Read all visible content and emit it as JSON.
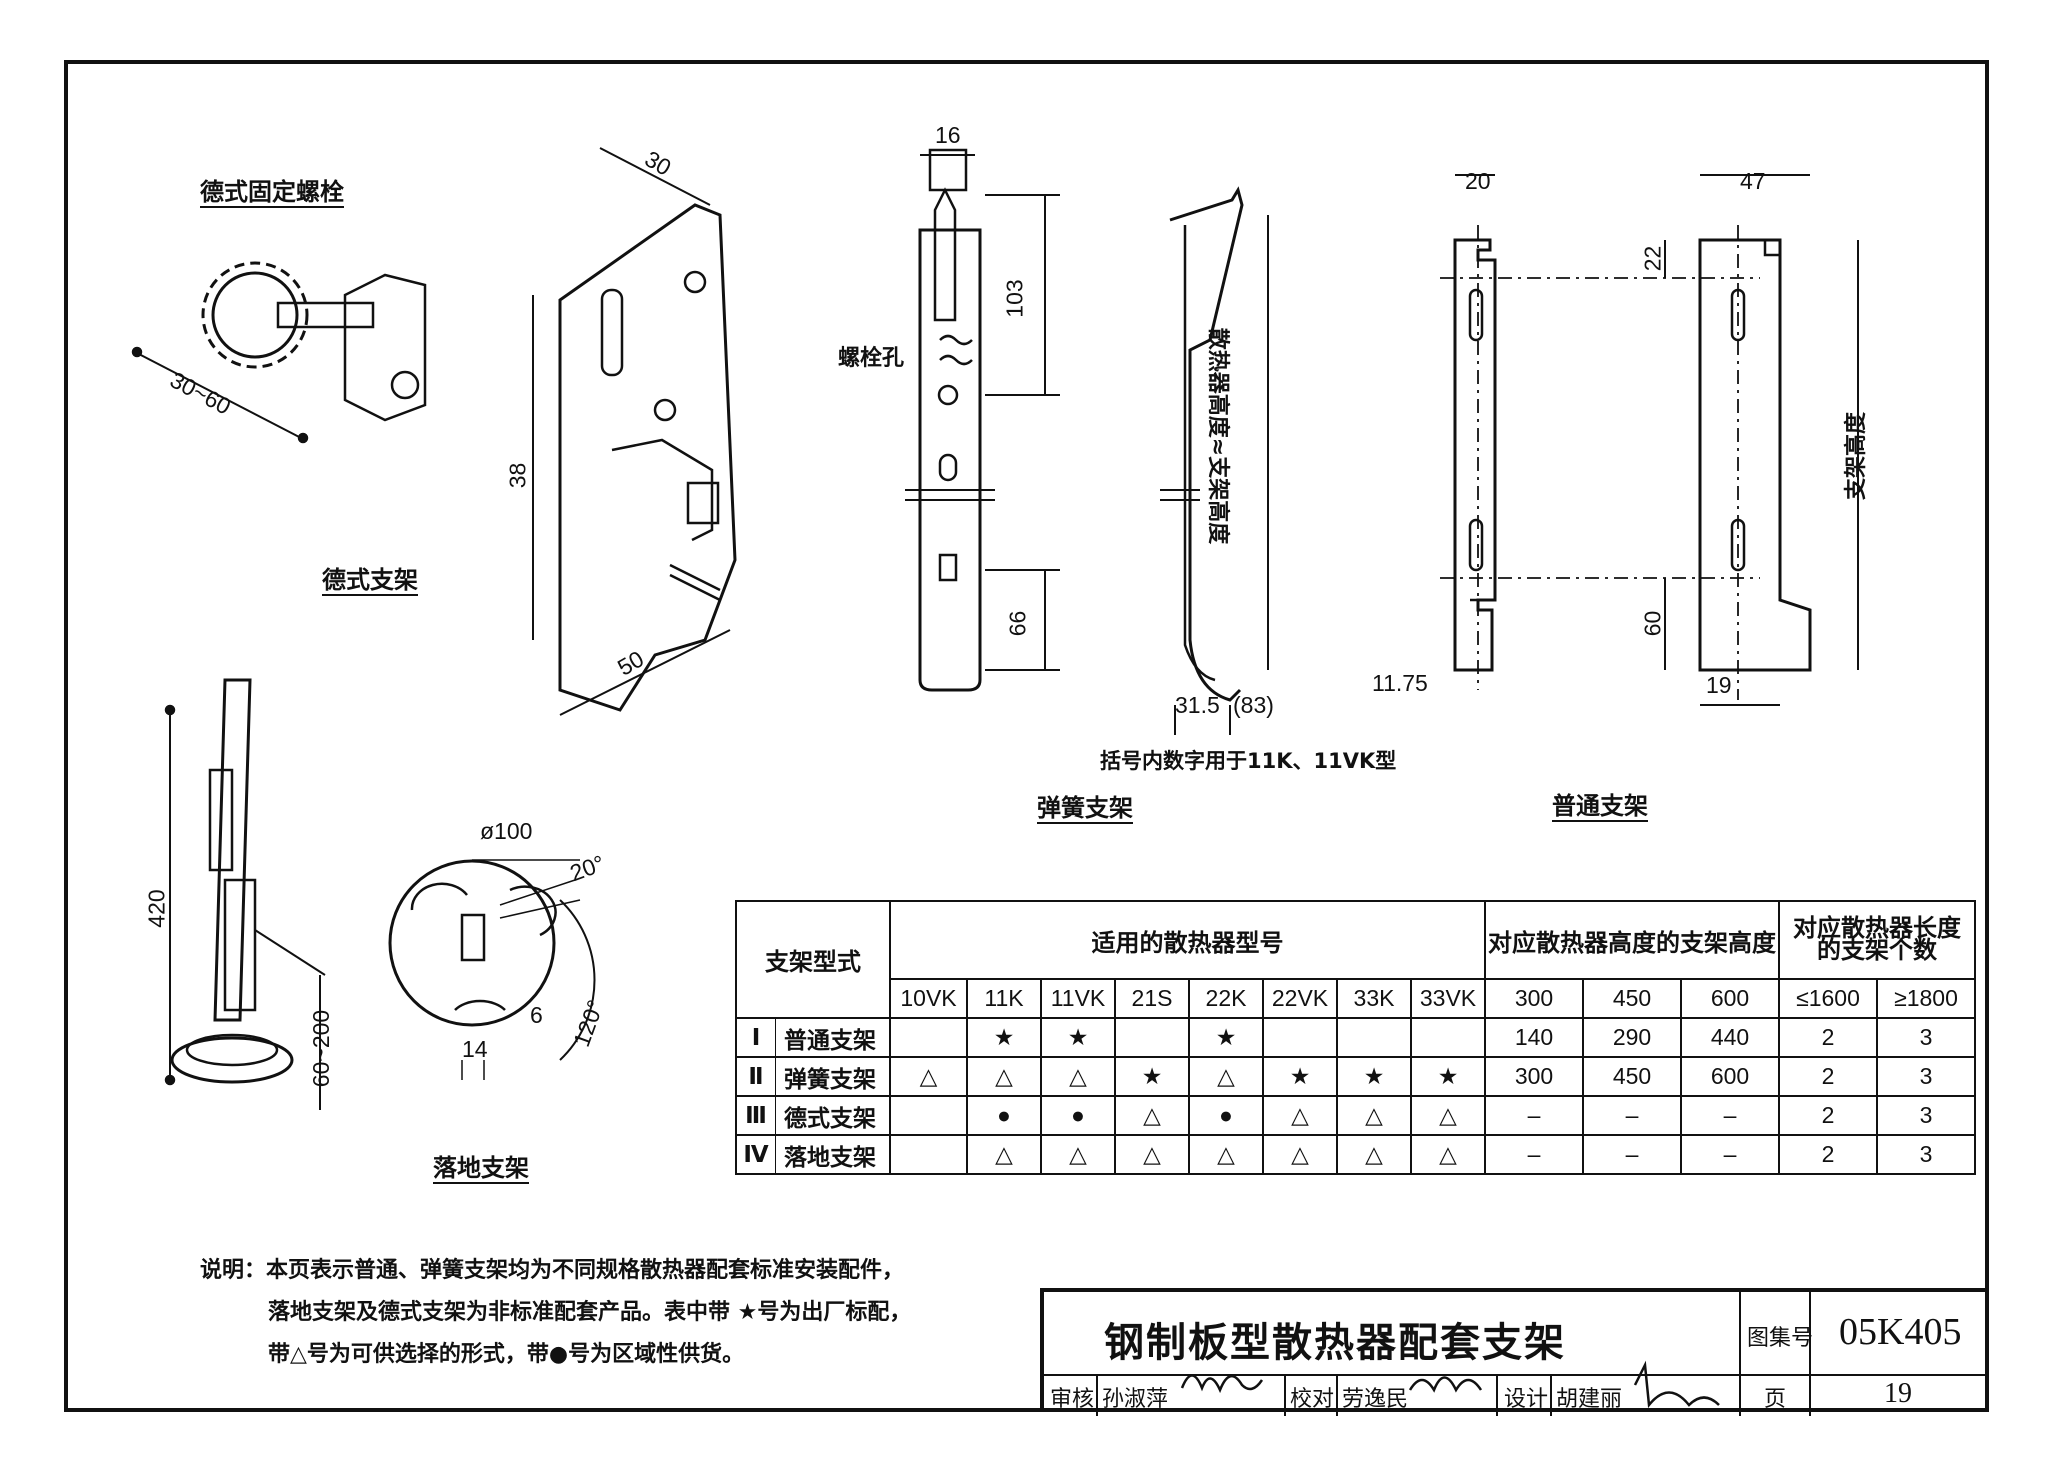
{
  "drawing": {
    "titles": {
      "german_bolt": "德式固定螺栓",
      "german_bracket": "德式支架",
      "spring_bracket": "弹簧支架",
      "common_bracket": "普通支架",
      "floor_bracket": "落地支架"
    },
    "dims": {
      "bolt_len": "30~60",
      "g_30": "30",
      "g_38": "38",
      "g_50": "50",
      "s_16": "16",
      "s_103": "103",
      "s_66": "66",
      "bolt_hole": "螺栓孔",
      "height_label": "散热器高度≈支架高度",
      "s_315": "31.5",
      "s_83": "(83)",
      "bracket_note": "括号内数字用于11K、11VK型",
      "c_20": "20",
      "c_47": "47",
      "c_22": "22",
      "c_60": "60",
      "c_1175": "11.75",
      "c_19": "19",
      "c_height": "支架高度",
      "f_420": "420",
      "f_60200": "60~200",
      "f_phi": "ø100",
      "f_20deg": "20°",
      "f_120deg": "120°",
      "f_14": "14",
      "f_6": "6"
    }
  },
  "table": {
    "h_type": "支架型式",
    "h_models": "适用的散热器型号",
    "h_heights": "对应散热器高度的支架高度",
    "h_count_1": "对应散热器长度",
    "h_count_2": "的支架个数",
    "models": [
      "10VK",
      "11K",
      "11VK",
      "21S",
      "22K",
      "22VK",
      "33K",
      "33VK"
    ],
    "heights": [
      "300",
      "450",
      "600"
    ],
    "lengths": [
      "≤1600",
      "≥1800"
    ],
    "rows": [
      {
        "num": "Ⅰ",
        "name": "普通支架",
        "cells": [
          "",
          "★",
          "★",
          "",
          "★",
          "",
          "",
          "",
          "140",
          "290",
          "440",
          "2",
          "3"
        ]
      },
      {
        "num": "Ⅱ",
        "name": "弹簧支架",
        "cells": [
          "△",
          "△",
          "△",
          "★",
          "△",
          "★",
          "★",
          "★",
          "300",
          "450",
          "600",
          "2",
          "3"
        ]
      },
      {
        "num": "Ⅲ",
        "name": "德式支架",
        "cells": [
          "",
          "●",
          "●",
          "△",
          "●",
          "△",
          "△",
          "△",
          "–",
          "–",
          "–",
          "2",
          "3"
        ]
      },
      {
        "num": "Ⅳ",
        "name": "落地支架",
        "cells": [
          "",
          "△",
          "△",
          "△",
          "△",
          "△",
          "△",
          "△",
          "–",
          "–",
          "–",
          "2",
          "3"
        ]
      }
    ]
  },
  "notes": {
    "line1": "说明：本页表示普通、弹簧支架均为不同规格散热器配套标准安装配件，",
    "line2": "落地支架及德式支架为非标准配套产品。表中带 ★号为出厂标配，",
    "line3": "带△号为可供选择的形式，带●号为区域性供货。"
  },
  "title_block": {
    "main_title": "钢制板型散热器配套支架",
    "atlas_label": "图集号",
    "atlas_no": "05K405",
    "review_label": "审核",
    "reviewer": "孙淑萍",
    "check_label": "校对",
    "checker": "劳逸民",
    "design_label": "设计",
    "designer": "胡建丽",
    "page_label": "页",
    "page_no": "19"
  }
}
